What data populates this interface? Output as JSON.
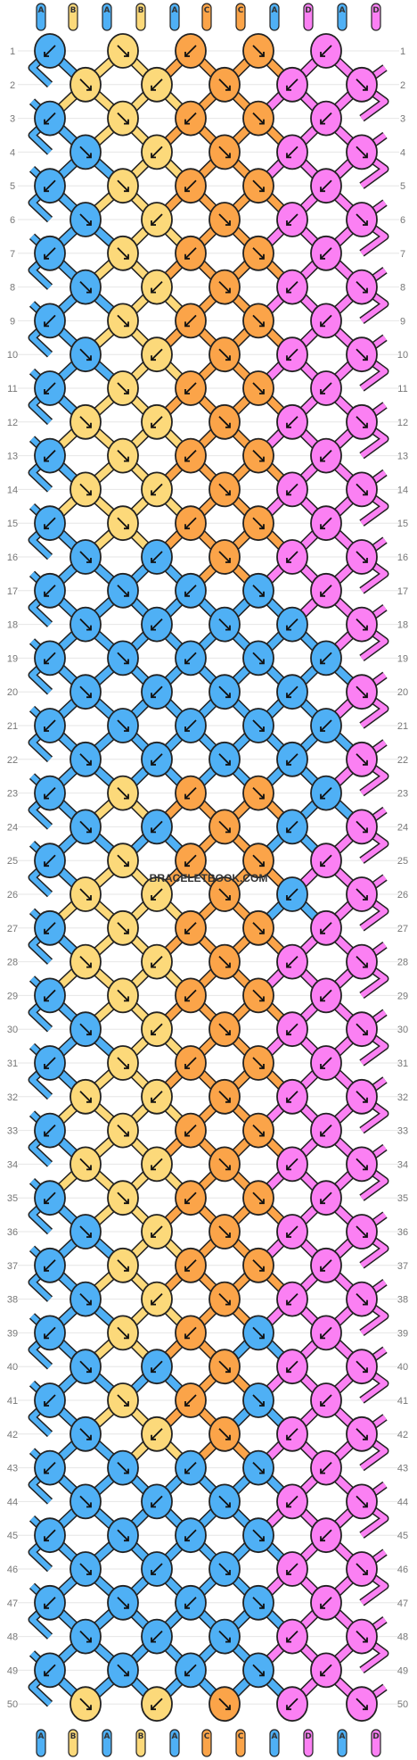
{
  "watermark": "BRACELETBOOK.COM",
  "colors": {
    "A": "#4fb0f5",
    "B": "#fcd97a",
    "C": "#fba449",
    "D": "#fb80f3"
  },
  "top_strands": [
    "A",
    "B",
    "A",
    "B",
    "A",
    "C",
    "C",
    "A",
    "D",
    "A",
    "D"
  ],
  "bottom_strands": [
    "A",
    "B",
    "A",
    "B",
    "A",
    "C",
    "C",
    "A",
    "D",
    "A",
    "D"
  ],
  "rows": 50,
  "odd_row_knots": [
    [
      "A",
      "B",
      "C",
      "C",
      "D"
    ],
    [
      "A",
      "B",
      "C",
      "C",
      "D"
    ],
    [
      "A",
      "B",
      "C",
      "C",
      "D"
    ],
    [
      "A",
      "B",
      "C",
      "C",
      "D"
    ],
    [
      "A",
      "B",
      "C",
      "C",
      "D"
    ],
    [
      "A",
      "B",
      "C",
      "C",
      "D"
    ],
    [
      "A",
      "B",
      "C",
      "C",
      "D"
    ],
    [
      "A",
      "B",
      "C",
      "C",
      "D"
    ],
    [
      "A",
      "A",
      "A",
      "A",
      "D"
    ],
    [
      "A",
      "A",
      "A",
      "A",
      "A"
    ],
    [
      "A",
      "A",
      "A",
      "A",
      "A"
    ],
    [
      "A",
      "B",
      "C",
      "C",
      "A"
    ],
    [
      "A",
      "B",
      "C",
      "C",
      "D"
    ],
    [
      "A",
      "B",
      "C",
      "C",
      "D"
    ],
    [
      "A",
      "B",
      "C",
      "C",
      "D"
    ],
    [
      "A",
      "B",
      "C",
      "C",
      "D"
    ],
    [
      "A",
      "B",
      "C",
      "C",
      "D"
    ],
    [
      "A",
      "B",
      "C",
      "C",
      "D"
    ],
    [
      "A",
      "B",
      "C",
      "C",
      "D"
    ],
    [
      "A",
      "B",
      "C",
      "A",
      "D"
    ],
    [
      "A",
      "B",
      "C",
      "A",
      "D"
    ],
    [
      "A",
      "A",
      "A",
      "A",
      "D"
    ],
    [
      "A",
      "A",
      "A",
      "A",
      "D"
    ],
    [
      "A",
      "A",
      "A",
      "A",
      "D"
    ],
    [
      "A",
      "A",
      "A",
      "A",
      "D"
    ]
  ],
  "even_row_knots": [
    [
      "B",
      "B",
      "C",
      "D",
      "D"
    ],
    [
      "A",
      "B",
      "C",
      "D",
      "D"
    ],
    [
      "A",
      "B",
      "C",
      "D",
      "D"
    ],
    [
      "A",
      "B",
      "C",
      "D",
      "D"
    ],
    [
      "A",
      "B",
      "C",
      "D",
      "D"
    ],
    [
      "B",
      "B",
      "C",
      "D",
      "D"
    ],
    [
      "B",
      "B",
      "C",
      "D",
      "D"
    ],
    [
      "A",
      "A",
      "C",
      "D",
      "D"
    ],
    [
      "A",
      "A",
      "A",
      "A",
      "D"
    ],
    [
      "A",
      "A",
      "A",
      "A",
      "D"
    ],
    [
      "A",
      "A",
      "A",
      "A",
      "D"
    ],
    [
      "A",
      "A",
      "C",
      "A",
      "D"
    ],
    [
      "B",
      "B",
      "C",
      "A",
      "D"
    ],
    [
      "B",
      "B",
      "C",
      "D",
      "D"
    ],
    [
      "A",
      "B",
      "C",
      "D",
      "D"
    ],
    [
      "B",
      "B",
      "C",
      "D",
      "D"
    ],
    [
      "B",
      "B",
      "C",
      "D",
      "D"
    ],
    [
      "A",
      "B",
      "C",
      "D",
      "D"
    ],
    [
      "A",
      "B",
      "C",
      "D",
      "D"
    ],
    [
      "A",
      "A",
      "C",
      "D",
      "D"
    ],
    [
      "A",
      "B",
      "C",
      "D",
      "D"
    ],
    [
      "A",
      "A",
      "A",
      "D",
      "D"
    ],
    [
      "A",
      "A",
      "A",
      "D",
      "D"
    ],
    [
      "A",
      "A",
      "A",
      "D",
      "D"
    ],
    [
      "B",
      "B",
      "C",
      "D",
      "D"
    ]
  ]
}
